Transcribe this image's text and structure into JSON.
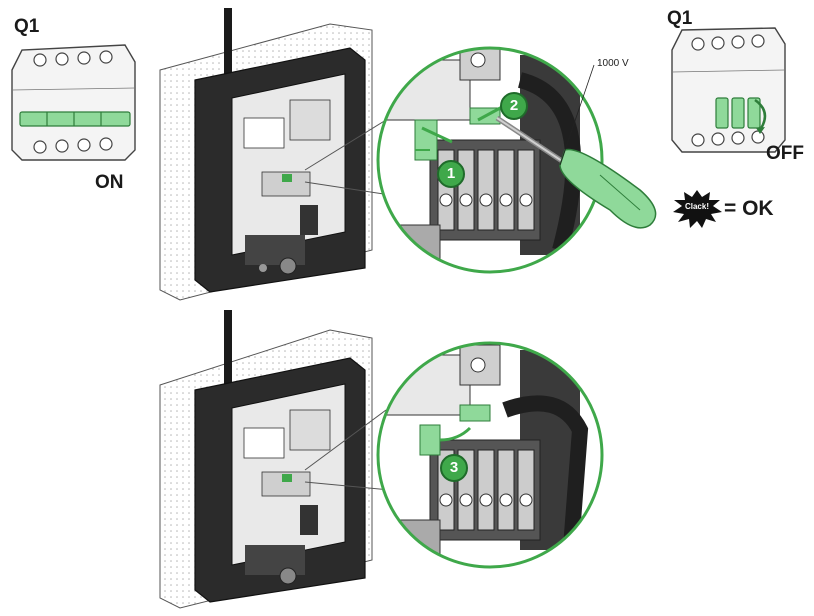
{
  "labels": {
    "q1_left": "Q1",
    "q1_right": "Q1",
    "on": "ON",
    "off": "OFF",
    "voltage": "1000 V",
    "clack": "Clack!",
    "ok": "= OK"
  },
  "steps": [
    "1",
    "2",
    "3"
  ],
  "colors": {
    "accent_green": "#3fa84a",
    "light_green": "#8fd99a",
    "zoom_circle_border": "#3fa84a",
    "enclosure_dark": "#2b2b2b",
    "wall_gray": "#d8d8d8"
  },
  "icons": [
    "circuit-breaker-on-icon",
    "circuit-breaker-off-icon",
    "screwdriver-icon",
    "clack-burst-icon",
    "terminal-block-icon",
    "ev-charger-enclosure-icon"
  ]
}
